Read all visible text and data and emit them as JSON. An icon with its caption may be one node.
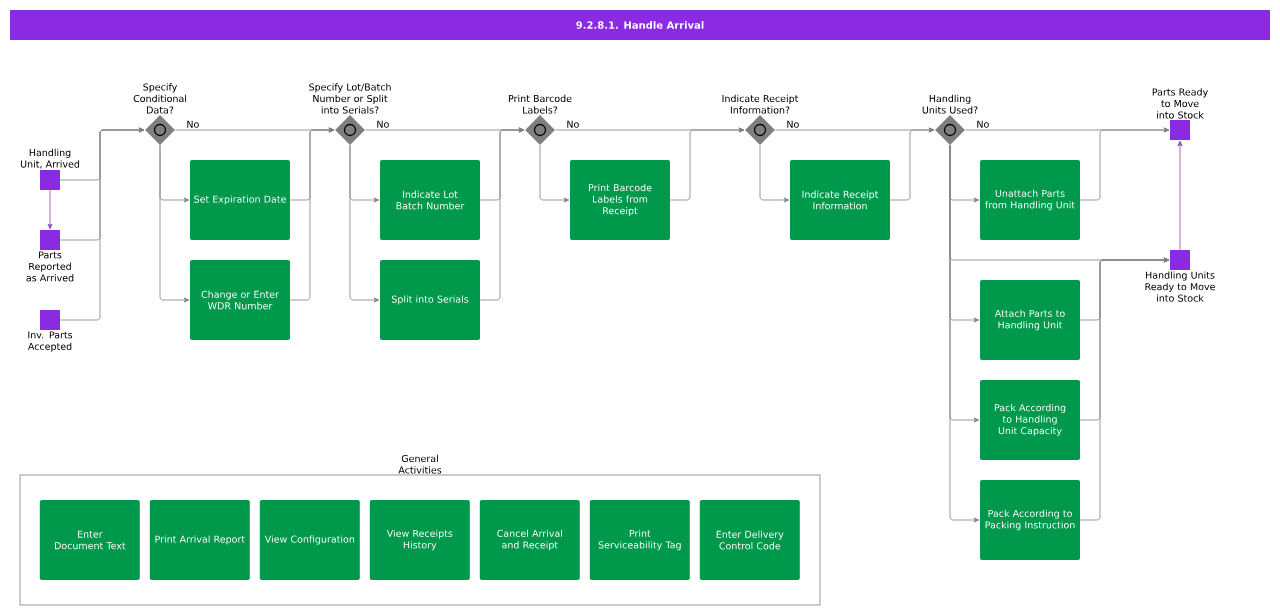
{
  "diagram": {
    "title": "9.2.8.1. Handle Arrival",
    "nodes": [
      {
        "text": [
          "Handling Unit, Arrived"
        ]
      },
      {
        "text": [
          "Parts Reported as Arrived"
        ]
      },
      {
        "text": [
          "Inv. Parts Accepted"
        ]
      },
      {
        "text": [
          "Specify Conditional Data?"
        ]
      },
      {
        "text": [
          "Set Expiration Date"
        ]
      },
      {
        "text": [
          "Change or Enter WDR Number"
        ]
      },
      {
        "text": [
          "Specify Lot/Batch Number or Split into Serials?"
        ]
      },
      {
        "text": [
          "Indicate Lot Batch Number"
        ]
      },
      {
        "text": [
          "Split into Serials"
        ]
      },
      {
        "text": [
          "Print Barcode Labels?"
        ]
      },
      {
        "text": [
          "Print Barcode Labels from Receipt"
        ]
      },
      {
        "text": [
          "Indicate Receipt Information?"
        ]
      },
      {
        "text": [
          "Indicate Receipt Information"
        ]
      },
      {
        "text": [
          "Handling Units Used?"
        ]
      },
      {
        "text": [
          "Unattach Parts from Handling Unit"
        ]
      },
      {
        "text": [
          "Attach Parts to Handling Unit"
        ]
      },
      {
        "text": [
          "Pack According to Handling Unit Capacity"
        ]
      },
      {
        "text": [
          "Pack According to Packing Instruction"
        ]
      },
      {
        "text": [
          "Parts Ready to Move into Stock"
        ]
      },
      {
        "text": [
          "Handling Units Ready to Move into Stock"
        ]
      },
      {
        "text": [
          "General Activities"
        ]
      },
      {
        "text": [
          "Enter Document Text"
        ],
        "in": 20
      },
      {
        "text": [
          "Print Arrival Report"
        ],
        "in": 20
      },
      {
        "text": [
          "View Configuration"
        ],
        "in": 20
      },
      {
        "text": [
          "View Receipts History"
        ],
        "in": 20
      },
      {
        "text": [
          "Cancel Arrival and Receipt"
        ],
        "in": 20
      },
      {
        "text": [
          "Print Serviceability Tag"
        ],
        "in": 20
      },
      {
        "text": [
          "Enter Delivery Control Code"
        ],
        "in": 20
      }
    ],
    "edges": [
      {
        "from": 0,
        "to": 1,
        "arrow": "to",
        "color": "#8e44ad"
      },
      {
        "from": 0,
        "to": 3,
        "arrow": "to"
      },
      {
        "from": 1,
        "to": 3,
        "arrow": "to"
      },
      {
        "from": 2,
        "to": 3,
        "arrow": "to"
      },
      {
        "from": 3,
        "to": 6,
        "arrow": "to",
        "label": "No"
      },
      {
        "from": 3,
        "to": 4,
        "arrow": "to"
      },
      {
        "from": 3,
        "to": 5,
        "arrow": "to"
      },
      {
        "from": 4,
        "to": 6,
        "arrow": "to"
      },
      {
        "from": 5,
        "to": 6,
        "arrow": "to"
      },
      {
        "from": 6,
        "to": 9,
        "arrow": "to",
        "label": "No"
      },
      {
        "from": 6,
        "to": 7,
        "arrow": "to"
      },
      {
        "from": 6,
        "to": 8,
        "arrow": "to"
      },
      {
        "from": 7,
        "to": 9,
        "arrow": "to"
      },
      {
        "from": 8,
        "to": 9,
        "arrow": "to"
      },
      {
        "from": 9,
        "to": 11,
        "arrow": "to",
        "label": "No"
      },
      {
        "from": 9,
        "to": 10,
        "arrow": "to"
      },
      {
        "from": 10,
        "to": 11,
        "arrow": "to"
      },
      {
        "from": 11,
        "to": 13,
        "arrow": "to",
        "label": "No"
      },
      {
        "from": 11,
        "to": 12,
        "arrow": "to"
      },
      {
        "from": 12,
        "to": 13,
        "arrow": "to"
      },
      {
        "from": 13,
        "to": 18,
        "arrow": "to",
        "label": "No"
      },
      {
        "from": 13,
        "to": 14,
        "arrow": "to"
      },
      {
        "from": 14,
        "to": 18,
        "arrow": "to"
      },
      {
        "from": 13,
        "to": 19,
        "arrow": "to"
      },
      {
        "from": 13,
        "to": 15,
        "arrow": "to"
      },
      {
        "from": 13,
        "to": 16,
        "arrow": "to"
      },
      {
        "from": 13,
        "to": 17,
        "arrow": "to"
      },
      {
        "from": 15,
        "to": 19,
        "arrow": "to"
      },
      {
        "from": 16,
        "to": 19,
        "arrow": "to"
      },
      {
        "from": 17,
        "to": 19,
        "arrow": "to"
      },
      {
        "from": 19,
        "to": 18,
        "arrow": "to",
        "color": "#8e44ad"
      }
    ]
  }
}
